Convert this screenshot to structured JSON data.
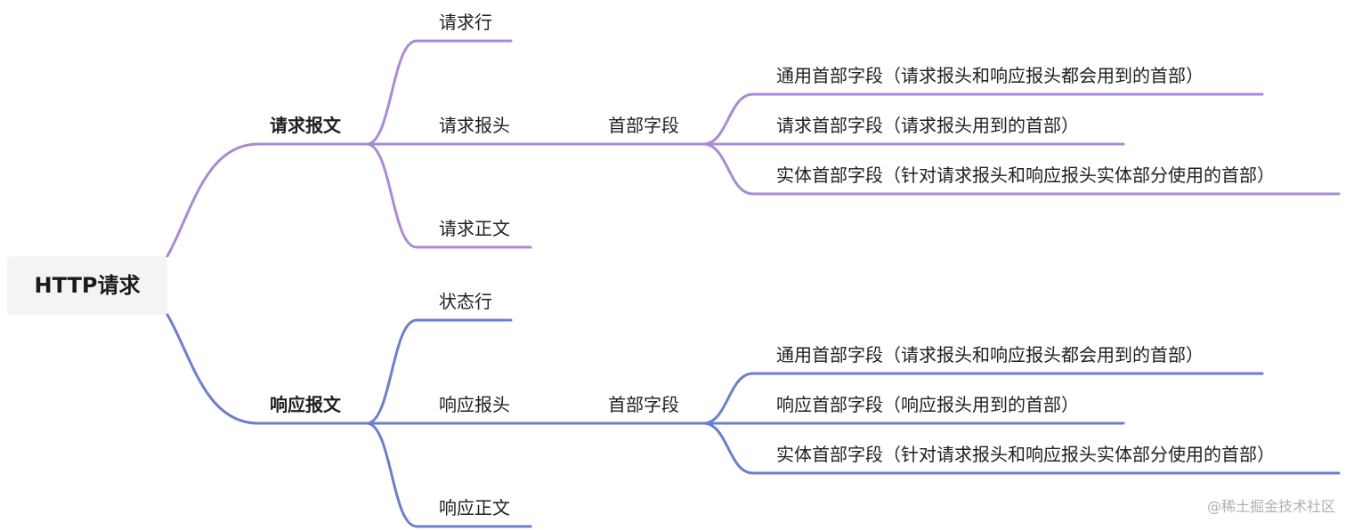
{
  "colors": {
    "request_branch": "#a98bd3",
    "response_branch": "#6b7fce",
    "root_bg": "#f4f4f4"
  },
  "root": {
    "label": "HTTP请求"
  },
  "request": {
    "label": "请求报文",
    "line": "请求行",
    "header": "请求报头",
    "header_field": "首部字段",
    "fields": [
      "通用首部字段（请求报头和响应报头都会用到的首部）",
      "请求首部字段（请求报头用到的首部）",
      "实体首部字段（针对请求报头和响应报头实体部分使用的首部）"
    ],
    "body": "请求正文"
  },
  "response": {
    "label": "响应报文",
    "line": "状态行",
    "header": "响应报头",
    "header_field": "首部字段",
    "fields": [
      "通用首部字段（请求报头和响应报头都会用到的首部）",
      "响应首部字段（响应报头用到的首部）",
      "实体首部字段（针对请求报头和响应报头实体部分使用的首部）"
    ],
    "body": "响应正文"
  },
  "watermark": "@稀土掘金技术社区"
}
